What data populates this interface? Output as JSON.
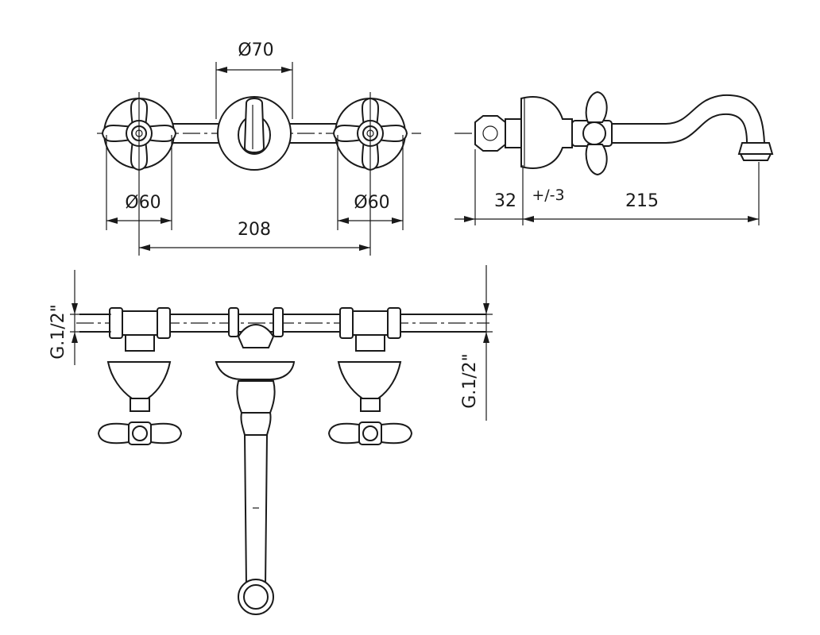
{
  "dimensions": {
    "spout_rosette_diameter": "Ø70",
    "left_handle_diameter": "Ø60",
    "right_handle_diameter": "Ø60",
    "handle_center_distance": "208",
    "wall_projection": "32",
    "projection_tolerance": "+/-3",
    "spout_reach": "215",
    "inlet_thread_left": "G.1/2\"",
    "inlet_thread_right": "G.1/2\""
  }
}
